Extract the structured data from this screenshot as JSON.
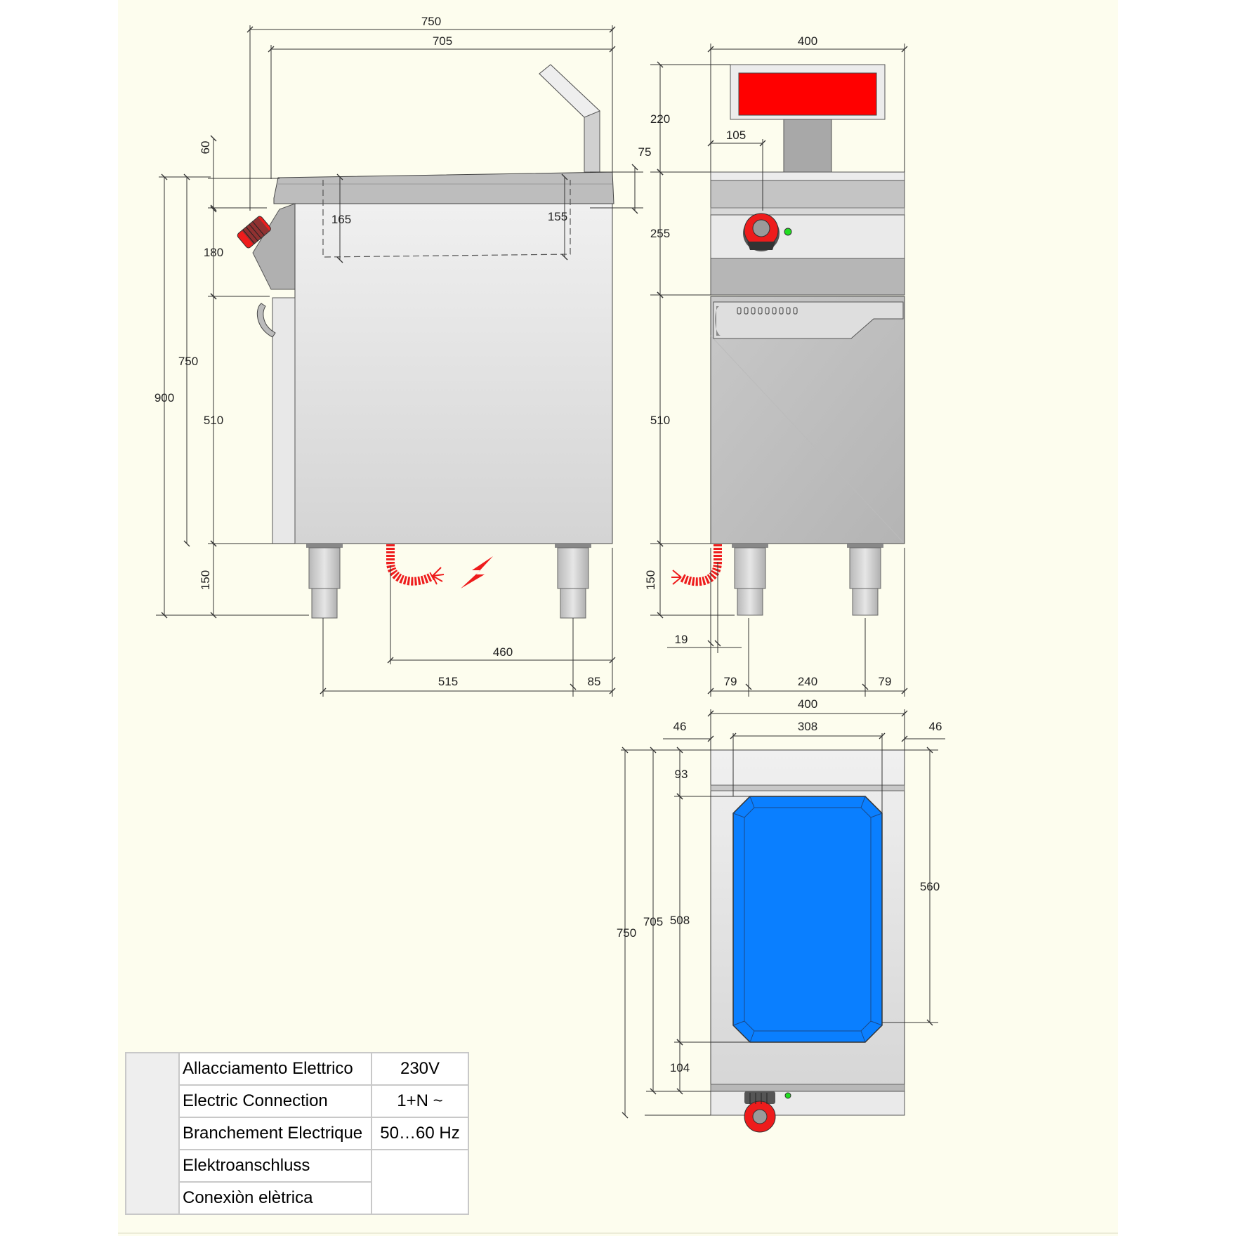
{
  "colors": {
    "background": "#fdfdee",
    "steel_light": "#e2e2e2",
    "steel_mid": "#c4c4c4",
    "steel_dark": "#a8a8a8",
    "knob_red": "#ee1c1c",
    "heater_red": "#ff0000",
    "tank_blue": "#0a7fff",
    "led_green": "#22dd22",
    "line": "#333333"
  },
  "icons": {
    "power_cable": "red-coiled-cable-icon",
    "electric_hazard": "lightning-bolt-icon",
    "control_knob": "rotary-knob-icon",
    "indicator": "green-led-icon"
  },
  "side_view": {
    "dims": {
      "total_depth": "750",
      "depth_top": "705",
      "splash_height": "60",
      "step": "75",
      "panel_height": "180",
      "body_height": "750",
      "total_height": "900",
      "cabinet_height": "510",
      "leg_height": "150",
      "tank_depth_front": "165",
      "tank_depth_rear": "155",
      "cable_offset": "460",
      "feet_distance": "515",
      "rear_foot_offset": "85"
    }
  },
  "front_view": {
    "dims": {
      "width": "400",
      "basket_height": "220",
      "knob_offset": "105",
      "panel_height": "255",
      "cabinet_height": "510",
      "leg_height": "150",
      "cable_offset": "19",
      "foot_left": "79",
      "foot_spacing": "240",
      "foot_right": "79"
    }
  },
  "top_view": {
    "dims": {
      "width": "400",
      "margin_left": "46",
      "tank_width": "308",
      "margin_right": "46",
      "depth": "750",
      "depth_top": "705",
      "front_margin": "93",
      "tank_depth": "508",
      "tank_outer_depth": "560",
      "rear_margin": "104"
    }
  },
  "spec_table": {
    "labels": [
      "Allacciamento Elettrico",
      "Electric Connection",
      "Branchement Electrique",
      "Elektroanschluss",
      "Conexiòn elètrica"
    ],
    "values": [
      "230V",
      "1+N ~",
      "50…60 Hz"
    ]
  }
}
